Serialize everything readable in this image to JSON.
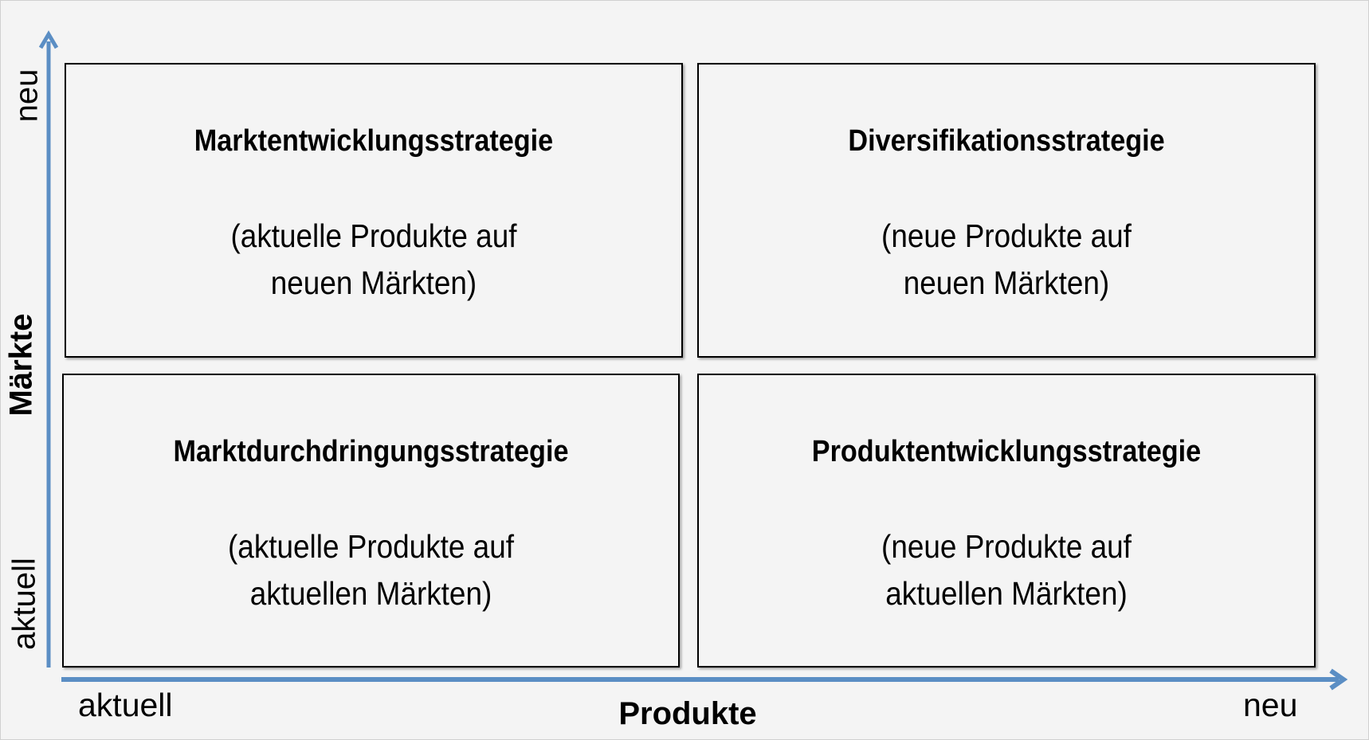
{
  "axes": {
    "y_title": "Märkte",
    "y_low": "aktuell",
    "y_high": "neu",
    "x_title": "Produkte",
    "x_low": "aktuell",
    "x_high": "neu",
    "axis_color": "#5b8ec4"
  },
  "quadrants": [
    {
      "title": "Marktentwicklungsstrategie",
      "line1": "(aktuelle Produkte auf",
      "line2": "neuen Märkten)"
    },
    {
      "title": "Diversifikationsstrategie",
      "line1": "(neue Produkte auf",
      "line2": "neuen Märkten)"
    },
    {
      "title": "Marktdurchdringungsstrategie",
      "line1": "(aktuelle Produkte auf",
      "line2": "aktuellen Märkten)"
    },
    {
      "title": "Produktentwicklungsstrategie",
      "line1": "(neue Produkte auf",
      "line2": "aktuellen Märkten)"
    }
  ]
}
